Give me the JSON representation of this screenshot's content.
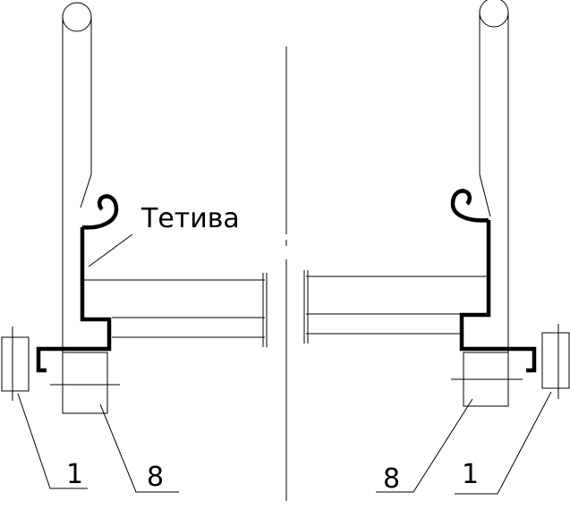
{
  "labels": {
    "stringer": "Тетива",
    "callout_1_left": "1",
    "callout_8_left": "8",
    "callout_8_right": "8",
    "callout_1_right": "1"
  }
}
